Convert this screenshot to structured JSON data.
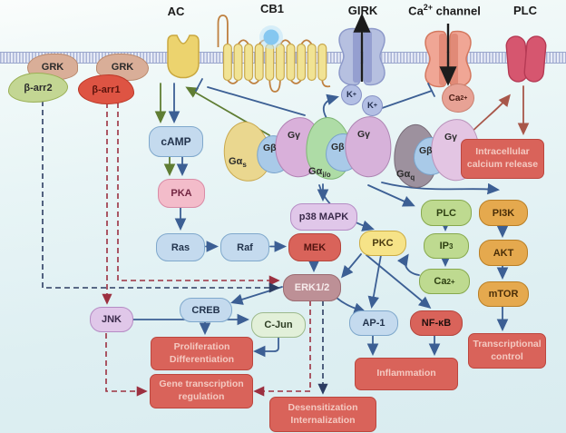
{
  "top_labels": {
    "ac": "AC",
    "cb1": "CB1",
    "girk": "GIRK",
    "ca_channel": {
      "base": "Ca",
      "sup": "2+",
      "rest": " channel"
    },
    "plc": "PLC"
  },
  "scaffold": {
    "grk_left": "GRK",
    "grk_right": "GRK",
    "beta_arrestin_2": "β-arr2",
    "beta_arrestin_1": "β-arr1"
  },
  "g_proteins": {
    "gs": {
      "alpha": "Gα",
      "alpha_sub": "s",
      "beta": "Gβ",
      "gamma": "Gγ"
    },
    "gio": {
      "alpha": "Gα",
      "alpha_sub": "i/o",
      "beta": "Gβ",
      "gamma": "Gγ"
    },
    "gq": {
      "alpha": "Gα",
      "alpha_sub": "q",
      "beta": "Gβ",
      "gamma": "Gγ"
    }
  },
  "ions": {
    "k": {
      "base": "K",
      "sup": "+"
    },
    "ca": {
      "base": "Ca",
      "sup": "2+"
    }
  },
  "nodes": {
    "camp": "cAMP",
    "pka": "PKA",
    "ras": "Ras",
    "raf": "Raf",
    "mek": "MEK",
    "p38_mapk": "p38 MAPK",
    "erk": "ERK1/2",
    "pkc": "PKC",
    "plc": "PLC",
    "ip3": {
      "base": "IP",
      "sub": "3"
    },
    "ca": {
      "base": "Ca",
      "sup": "2+"
    },
    "pi3k": "PI3K",
    "akt": "AKT",
    "mtor": "mTOR",
    "creb": "CREB",
    "jnk": "JNK",
    "c_jun": "C-Jun",
    "ap1": "AP-1",
    "nfkb": "NF-κB"
  },
  "outcomes": {
    "intracellular_calcium": {
      "line1": "Intracellular",
      "line2": "calcium release"
    },
    "proliferation": {
      "line1": "Proliferation",
      "line2": "Differentiation"
    },
    "gene_transcription": {
      "line1": "Gene transcription",
      "line2": "regulation"
    },
    "inflammation": {
      "line1": "Inflammation"
    },
    "transcriptional_control": {
      "line1": "Transcriptional",
      "line2": "control"
    },
    "desensitization": {
      "line1": "Desensitization",
      "line2": "Internalization"
    }
  },
  "colors": {
    "activation_blue": "#3c5f94",
    "stimulatory_green": "#5f7d33",
    "beta_arr1_dashed_red": "#9c3040",
    "beta_arr2_dashed_navy": "#2c3c62",
    "gq_brown": "#a8574a",
    "outcome_red": "#d9635a",
    "ion_flux_black": "#1c1c1c"
  }
}
